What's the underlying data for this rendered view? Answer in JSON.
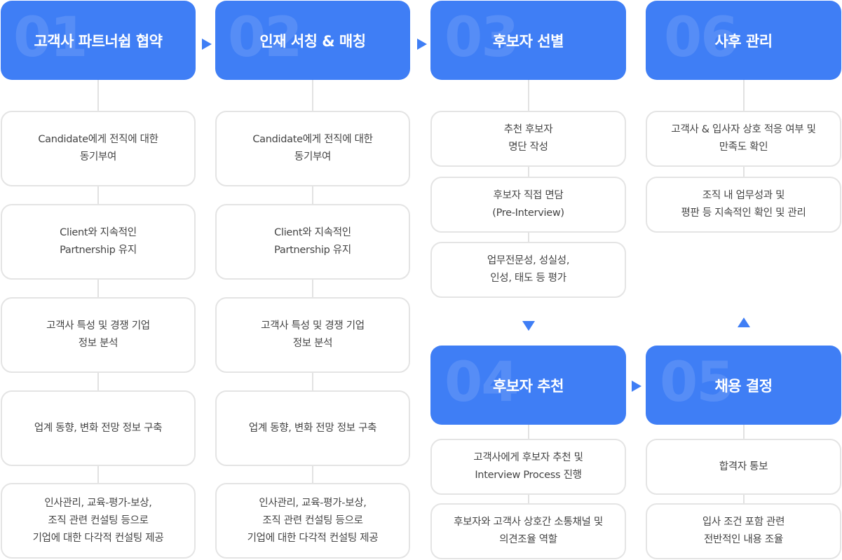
{
  "steps": [
    {
      "number": "01",
      "title": "고객사 파트너쉽 협약",
      "items": [
        "Candidate에게 전직에 대한\n동기부여",
        "Client와 지속적인\nPartnership 유지",
        "고객사 특성 및 경쟁 기업\n정보 분석",
        "업계 동향, 변화 전망 정보 구축",
        "인사관리, 교육-평가-보상,\n조직 관련 컨설팅 등으로\n기업에 대한 다각적 컨설팅 제공"
      ]
    },
    {
      "number": "02",
      "title": "인재 서칭 & 매칭",
      "items": [
        "Candidate에게 전직에 대한\n동기부여",
        "Client와 지속적인\nPartnership 유지",
        "고객사 특성 및 경쟁 기업\n정보 분석",
        "업계 동향, 변화 전망 정보 구축",
        "인사관리, 교육-평가-보상,\n조직 관련 컨설팅 등으로\n기업에 대한 다각적 컨설팅 제공"
      ]
    },
    {
      "number": "03",
      "title": "후보자 선별",
      "items": [
        "추천 후보자\n명단 작성",
        "후보자 직접 면담\n(Pre-Interview)",
        "업무전문성, 성실성,\n인성, 태도 등 평가"
      ]
    },
    {
      "number": "04",
      "title": "후보자 추천",
      "items": [
        "고객사에게 후보자  추천 및\nInterview  Process 진행",
        "후보자와 고객사  상호간 소통채널 및\n의견조율 역할"
      ]
    },
    {
      "number": "05",
      "title": "채용 결정",
      "items": [
        "합격자 통보",
        "입사 조건 포함 관련\n전반적인 내용 조율"
      ]
    },
    {
      "number": "06",
      "title": "사후 관리",
      "items": [
        "고객사 & 입사자  상호 적응 여부 및\n만족도 확인",
        "조직 내 업무성과 및\n평판 등 지속적인 확인 및 관리"
      ]
    }
  ],
  "colors": {
    "accent": "#3f7ef5",
    "box_border": "#e4e4e4",
    "text": "#444444",
    "connector": "#e2e2e2"
  }
}
